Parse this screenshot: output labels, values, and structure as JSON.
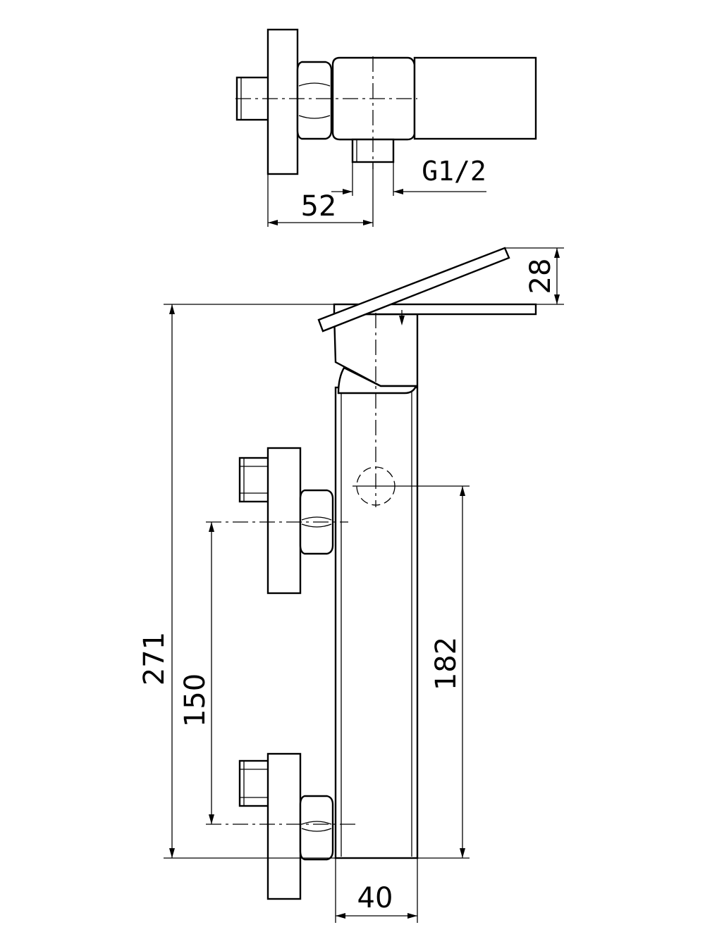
{
  "dimensions": {
    "top_offset": "52",
    "thread": "G1/2",
    "lever_height": "28",
    "overall_height": "271",
    "inlet_spacing": "150",
    "outlet_height": "182",
    "body_width": "40"
  },
  "colors": {
    "line": "#000000",
    "background": "#ffffff"
  }
}
